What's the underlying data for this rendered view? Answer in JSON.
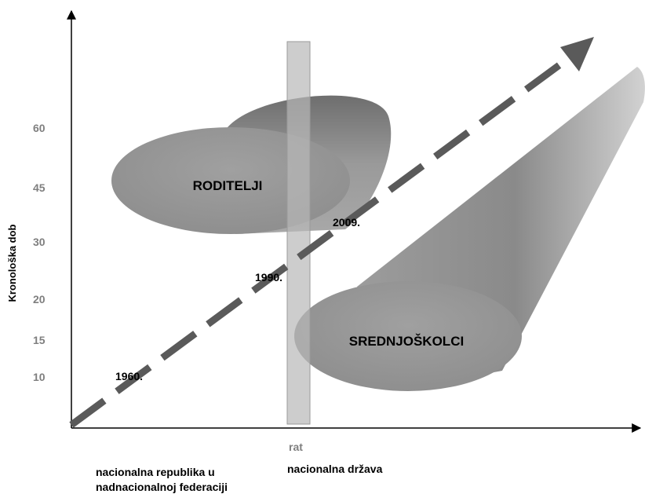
{
  "y_axis": {
    "title": "Kronološka dob",
    "ticks": [
      "60",
      "45",
      "30",
      "20",
      "15",
      "10"
    ]
  },
  "bands": {
    "war_label": "rat"
  },
  "x_axis": {
    "left_label_line1": "nacionalna republika u",
    "left_label_line2": "nadnacionalnoj federaciji",
    "right_label": "nacionalna država"
  },
  "groups": {
    "parents": "RODITELJI",
    "students": "SREDNJOŠKOLCI"
  },
  "timeline": {
    "years": [
      "1960.",
      "1990.",
      "2009."
    ]
  },
  "colors": {
    "axis": "#000000",
    "arrow": "#5a5a5a",
    "cone": "#8c8c8c",
    "band": "#c0c0c0",
    "tick_text": "#7f7f7f"
  }
}
